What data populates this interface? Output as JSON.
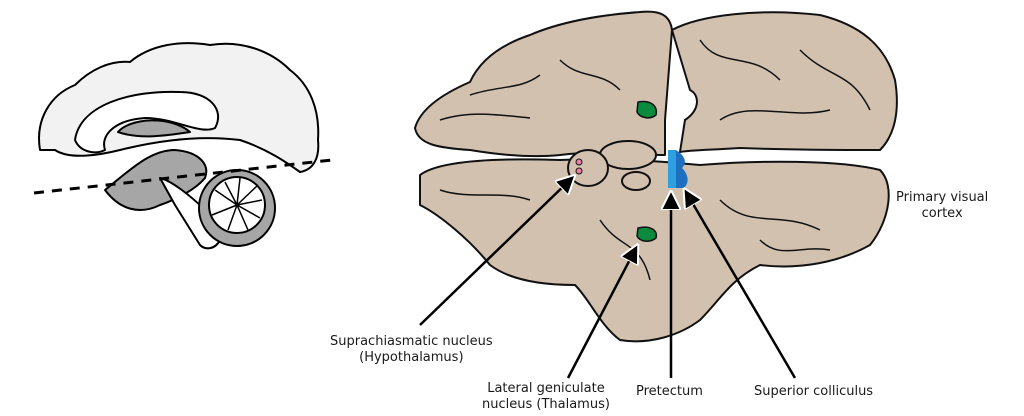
{
  "figure": {
    "left_panel": {
      "description": "Sagittal brain view with dashed horizontal section plane",
      "colors": {
        "cortex": "#f2f2f2",
        "deep": "#a6a6a6",
        "outline": "#000000"
      }
    },
    "right_panel": {
      "description": "Horizontal brain section",
      "colors": {
        "tissue": "#d3c1b0",
        "outline": "#111111",
        "lgn": "#0a8a3c",
        "pretectum": "#2e9fe0",
        "superior_colliculus": "#1f6fc0",
        "scn": "#f07fa8"
      }
    },
    "labels": {
      "scn": [
        "Suprachiasmatic nucleus",
        "(Hypothalamus)"
      ],
      "lgn": [
        "Lateral geniculate",
        "nucleus (Thalamus)"
      ],
      "pretectum": "Pretectum",
      "sc": "Superior colliculus",
      "v1": [
        "Primary visual",
        "cortex"
      ]
    }
  }
}
